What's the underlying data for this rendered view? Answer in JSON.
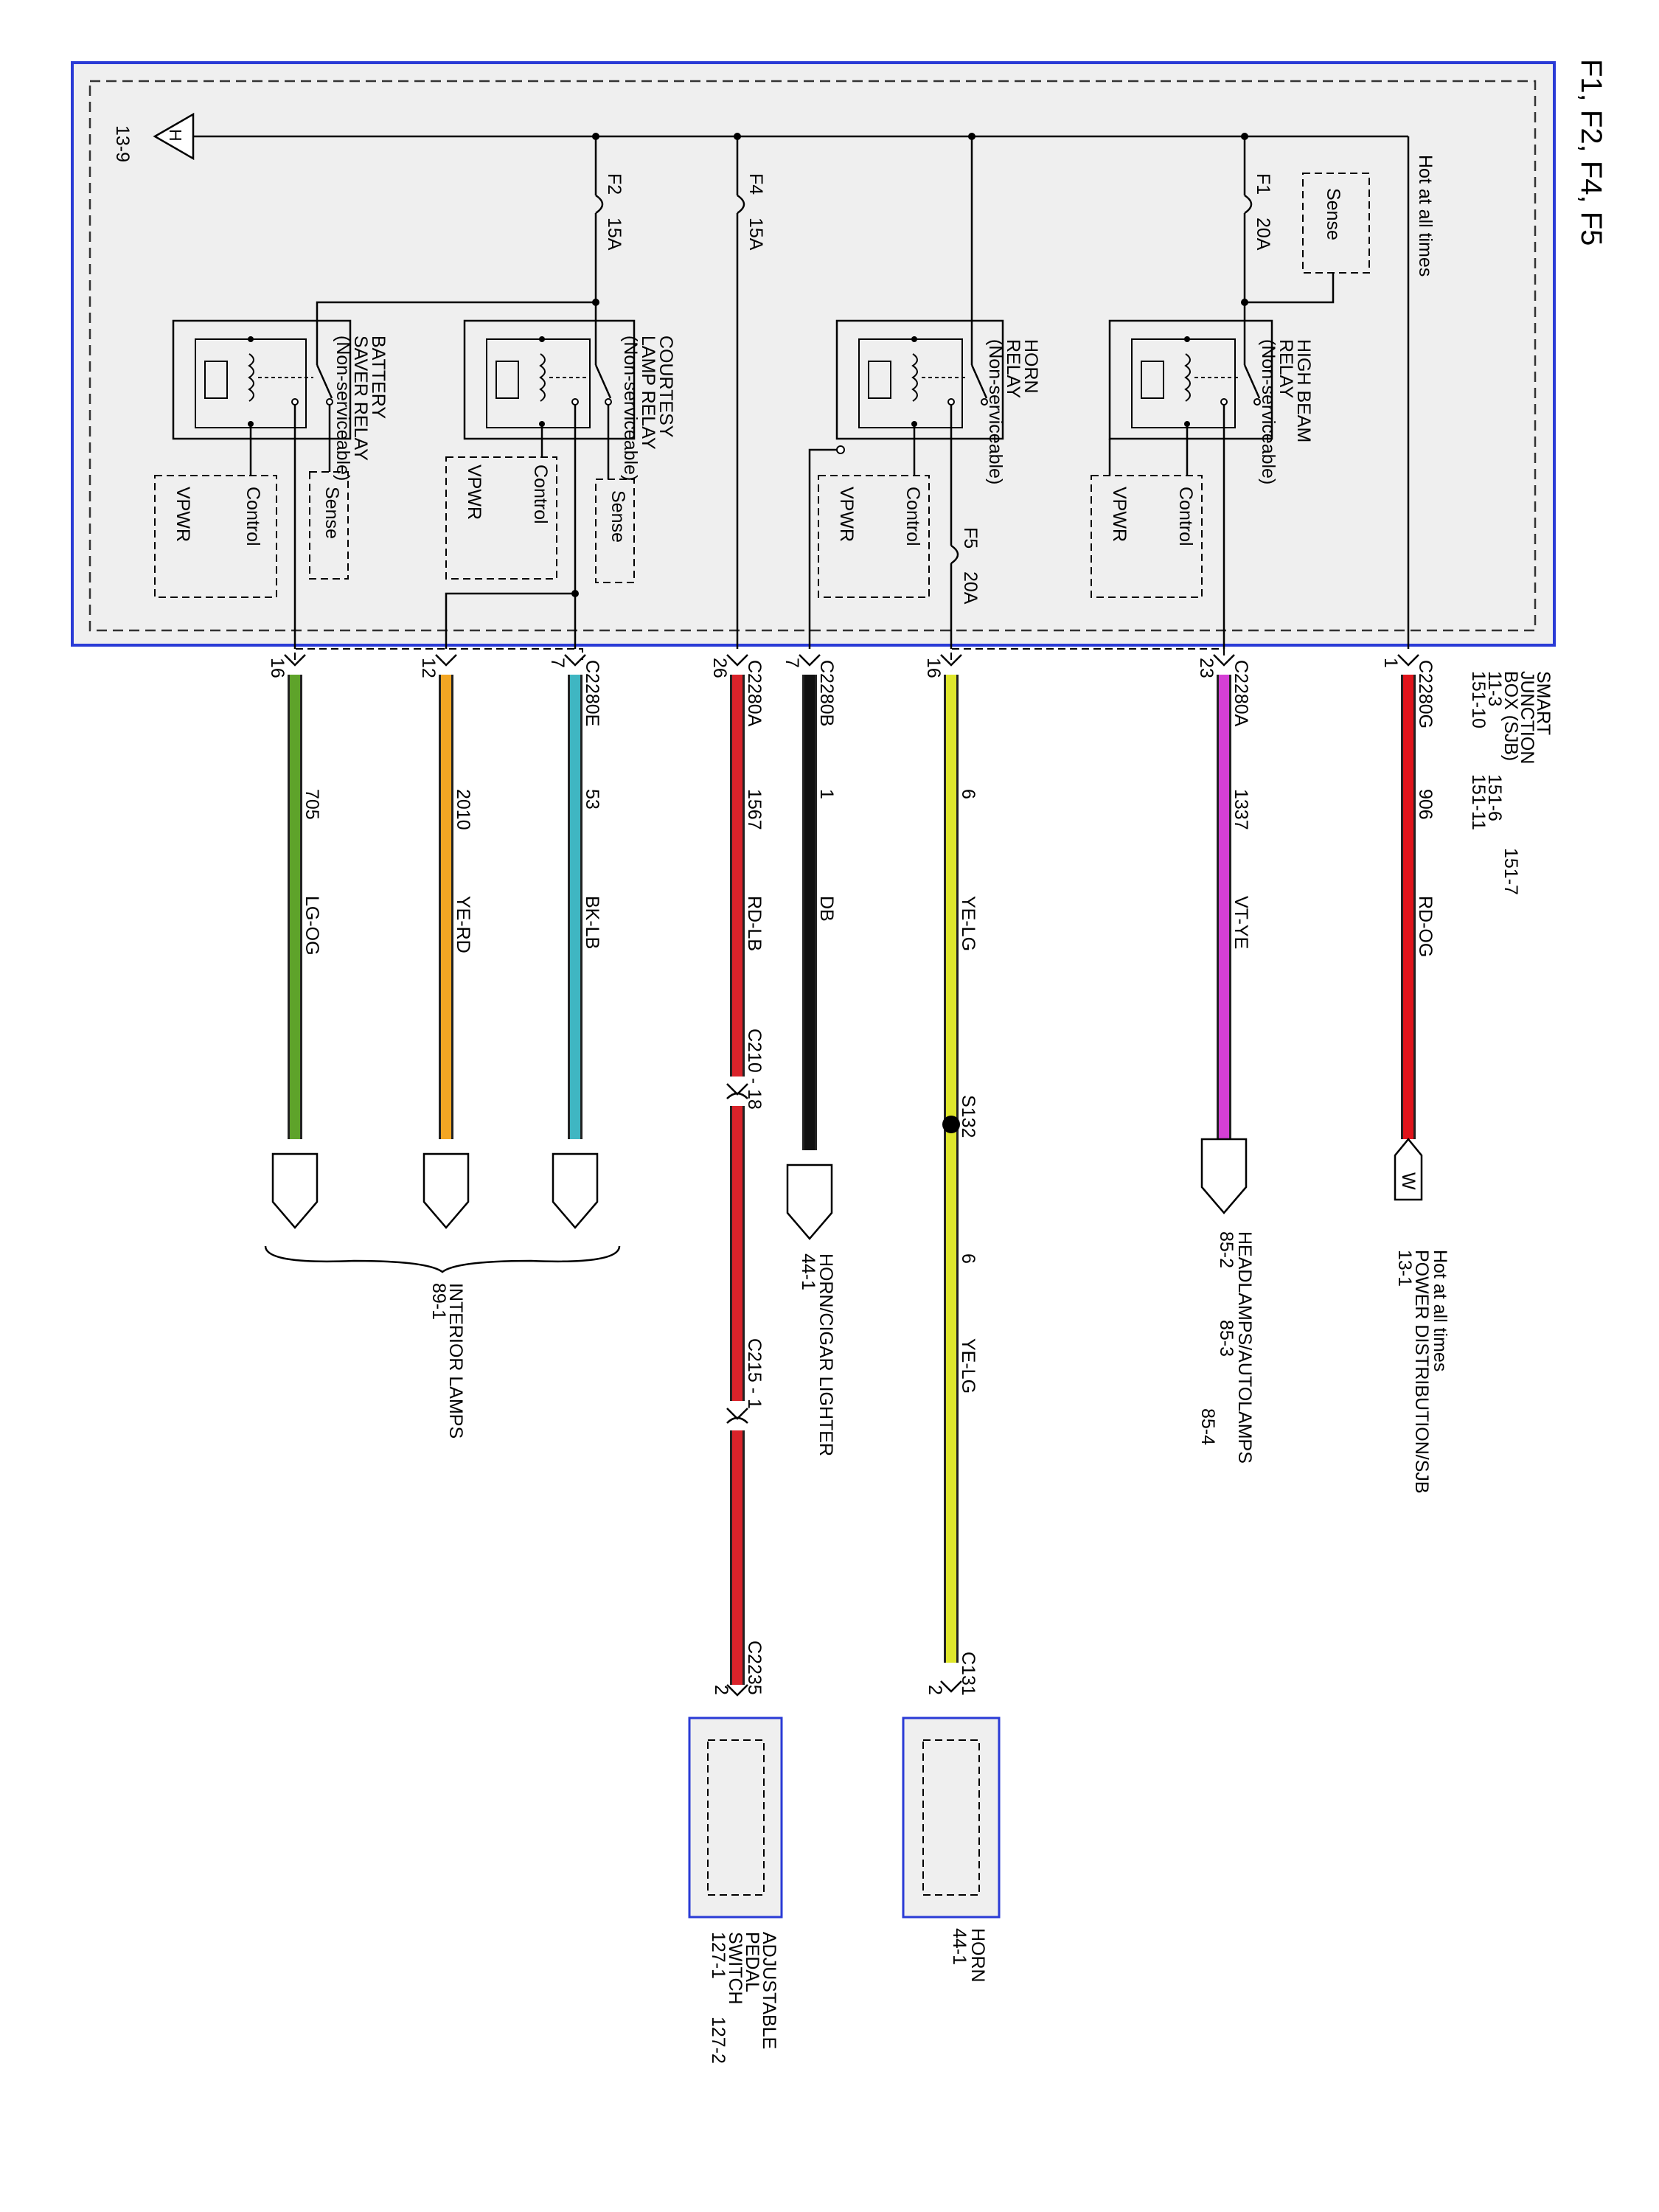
{
  "title": "F1, F2, F4, F5",
  "sjb": {
    "name_lines": [
      "SMART",
      "JUNCTION",
      "BOX (SJB)",
      "11-3",
      "151-10",
      "151-11",
      "151-6",
      "151-7"
    ],
    "hot_label": "Hot at all times",
    "ground_ref": "13-9",
    "ground_symbol": "H"
  },
  "fuses": [
    {
      "id": "F1",
      "rating": "20A"
    },
    {
      "id": "F2",
      "rating": "15A"
    },
    {
      "id": "F4",
      "rating": "15A"
    },
    {
      "id": "F5",
      "rating": "20A"
    }
  ],
  "relays": [
    {
      "title": [
        "HIGH BEAM",
        "RELAY",
        "(Non-serviceable)"
      ],
      "labels": [
        "Sense",
        "VPWR",
        "Control"
      ]
    },
    {
      "title": [
        "HORN",
        "RELAY",
        "(Non-serviceable)"
      ],
      "labels": [
        "VPWR",
        "Control"
      ]
    },
    {
      "title": [
        "COURTESY",
        "LAMP RELAY",
        "(Non-serviceable)"
      ],
      "labels": [
        "VPWR",
        "Control",
        "Sense"
      ]
    },
    {
      "title": [
        "BATTERY",
        "SAVER RELAY",
        "(Non-serviceable)"
      ],
      "labels": [
        "VPWR",
        "Control",
        "Sense"
      ]
    }
  ],
  "circuits": [
    {
      "connector": "C2280G",
      "pin": "1",
      "circuit": "906",
      "color": "RD-OG",
      "hex": "#e0141b",
      "dest": [
        "Hot at all times",
        "POWER DISTRIBUTION/SJB",
        "13-1"
      ],
      "dest_symbol": "W"
    },
    {
      "connector": "C2280A",
      "pin": "23",
      "circuit": "1337",
      "color": "VT-YE",
      "hex": "#d43fd4",
      "dest": [
        "HEADLAMPS/AUTOLAMPS",
        "85-2",
        "85-3",
        "85-4"
      ]
    },
    {
      "connector": "",
      "pin": "16",
      "circuit": "6",
      "color": "YE-LG",
      "hex": "#dfe62c",
      "splice": "S132",
      "circuit2": "6",
      "color2": "YE-LG",
      "end_connector": "C131",
      "end_pin": "2",
      "dest": [
        "HORN",
        "44-1"
      ]
    },
    {
      "connector": "C2280B",
      "pin": "7",
      "circuit": "1",
      "color": "DB",
      "hex": "#111111",
      "dest": [
        "HORN/CIGAR LIGHTER",
        "44-1"
      ]
    },
    {
      "connector": "C2280A",
      "pin": "26",
      "circuit": "1567",
      "color": "RD-LB",
      "hex": "#d9232a",
      "inline1": "C210 - 18",
      "inline2": "C215 - 1",
      "end_connector": "C2235",
      "end_pin": "2",
      "dest": [
        "ADJUSTABLE",
        "PEDAL",
        "SWITCH",
        "127-1",
        "127-2"
      ]
    },
    {
      "connector": "C2280E",
      "pin": "7",
      "circuit": "53",
      "color": "BK-LB",
      "hex": "#3fb6c2"
    },
    {
      "connector": "",
      "pin": "12",
      "circuit": "2010",
      "color": "YE-RD",
      "hex": "#f3a623"
    },
    {
      "connector": "",
      "pin": "16",
      "circuit": "705",
      "color": "LG-OG",
      "hex": "#5ea32a",
      "dest": [
        "INTERIOR LAMPS",
        "89-1"
      ]
    }
  ]
}
